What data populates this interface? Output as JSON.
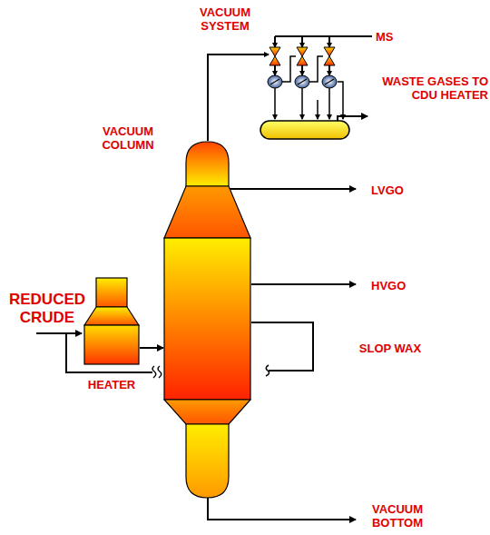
{
  "diagram": {
    "nodes": [
      {
        "text": [
          "VACUUM COLUMN"
        ]
      },
      {
        "text": [
          "HEATER"
        ]
      }
    ],
    "edges": [
      {
        "from": 1,
        "to": 0,
        "arrow": "to"
      }
    ],
    "labels": [
      "VACUUM SYSTEM",
      "MS",
      "WASTE GASES TO CDU HEATER",
      "LVGO",
      "HVGO",
      "SLOP WAX",
      "REDUCED CRUDE",
      "VACUUM BOTTOM"
    ]
  }
}
